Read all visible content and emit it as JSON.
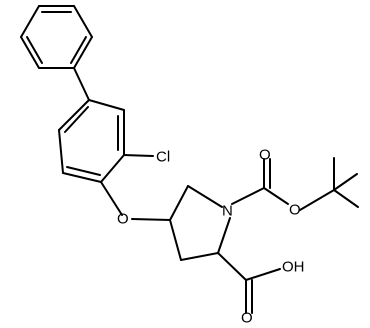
{
  "structure": {
    "labels": {
      "chlorine": "Cl",
      "ether_oxygen": "O",
      "ring_nitrogen": "N",
      "carbamate_carbonyl_oxygen": "O",
      "carbamate_ester_oxygen": "O",
      "acid_carbonyl_oxygen": "O",
      "acid_hydroxyl": "OH"
    }
  }
}
